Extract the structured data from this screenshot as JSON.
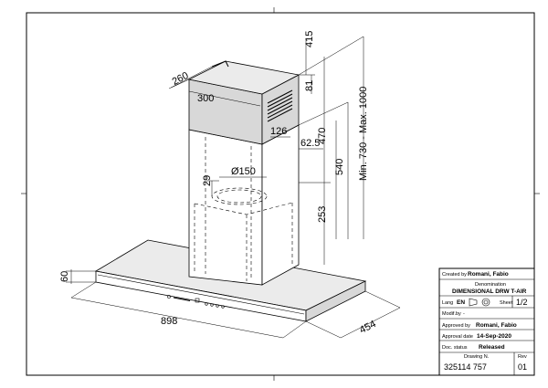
{
  "dimensions": {
    "width_260": "260",
    "width_300": "300",
    "top_415": "415",
    "height_81": "81",
    "height_470": "470",
    "range_1000": "Min. 730 - Max. 1000",
    "depth_126": "126",
    "depth_62_5": "62.5",
    "height_540": "540",
    "offset_29": "29",
    "diameter_150": "Ø150",
    "height_253": "253",
    "height_60": "60",
    "width_898": "898",
    "depth_454": "454"
  },
  "title_block": {
    "created_by_label": "Created by",
    "created_by_value": "Romani, Fabio",
    "denomination_label": "Denomination",
    "denomination_value": "DIMENSIONAL DRW T-AIR",
    "lang_label": "Lang",
    "lang_value": "EN",
    "sheet_label": "Sheet",
    "sheet_value": "1/2",
    "modif_label": "Modif.by",
    "modif_value": "-",
    "approved_label": "Approved by",
    "approved_value": "Romani, Fabio",
    "approval_date_label": "Approval date",
    "approval_date_value": "14-Sep-2020",
    "doc_status_label": "Doc. status",
    "doc_status_value": "Released",
    "drawing_label": "Drawing N.",
    "drawing_value": "325114 757",
    "rev_label": "Rev",
    "rev_value": "01"
  },
  "icons": {
    "projection_symbol": "first-angle-projection-icon"
  }
}
